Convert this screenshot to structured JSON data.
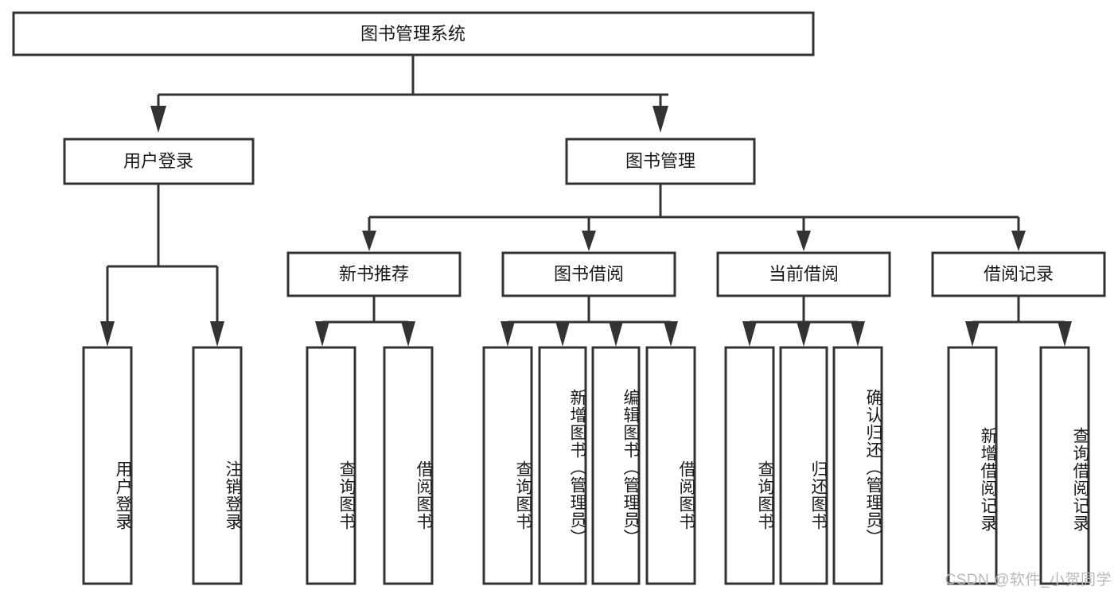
{
  "diagram": {
    "title": "图书管理系统",
    "type": "hierarchy-tree",
    "orientation": "top-down",
    "colors": {
      "stroke": "#333333",
      "box_fill": "#ffffff",
      "text": "#1a1a1a",
      "background": "#ffffff",
      "watermark": "#b9b9b9"
    },
    "root": {
      "label": "图书管理系统"
    },
    "level2": [
      {
        "label": "用户登录"
      },
      {
        "label": "图书管理"
      }
    ],
    "level3": [
      {
        "label": "新书推荐"
      },
      {
        "label": "图书借阅"
      },
      {
        "label": "当前借阅"
      },
      {
        "label": "借阅记录"
      }
    ],
    "leaves": {
      "user_login": [
        {
          "label": "用户登录"
        },
        {
          "label": "注销登录"
        }
      ],
      "new_book_recommend": [
        {
          "label": "查询图书"
        },
        {
          "label": "借阅图书"
        }
      ],
      "book_borrow": [
        {
          "label": "查询图书"
        },
        {
          "label": "新增图书（管理员）"
        },
        {
          "label": "编辑图书（管理员）"
        },
        {
          "label": "借阅图书"
        }
      ],
      "current_borrow": [
        {
          "label": "查询图书"
        },
        {
          "label": "归还图书"
        },
        {
          "label": "确认归还（管理员）"
        }
      ],
      "borrow_record": [
        {
          "label": "新增借阅记录"
        },
        {
          "label": "查询借阅记录"
        }
      ]
    }
  },
  "watermark": {
    "text": "CSDN @软件_小贺同学"
  }
}
